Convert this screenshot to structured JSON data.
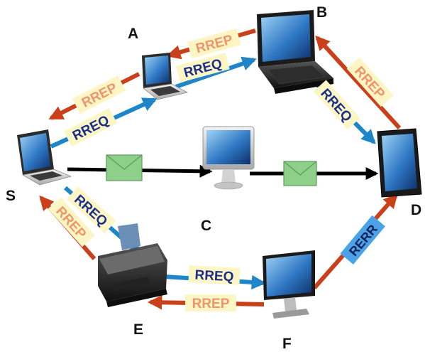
{
  "nodes": {
    "s": "S",
    "a": "A",
    "b": "B",
    "c": "C",
    "d": "D",
    "e": "E",
    "f": "F"
  },
  "messages": {
    "rreq": "RREQ",
    "rrep": "RREP",
    "rerr": "RERR"
  },
  "colors": {
    "rreq_arrow": "#1e86c8",
    "rrep_arrow": "#c9401a",
    "data_arrow": "#000000",
    "rreq_label_bg": "#fbf6c4",
    "rrep_label_bg": "#fbf6c4",
    "rerr_label_bg": "#4aa3e8",
    "envelope": "#8ed08a"
  },
  "icons": {
    "s": "laptop-icon",
    "a": "laptop-icon",
    "b": "tablet-pc-icon",
    "c": "desktop-monitor-icon",
    "d": "tablet-icon",
    "e": "printer-icon",
    "f": "flat-monitor-icon",
    "data": "envelope-icon"
  }
}
